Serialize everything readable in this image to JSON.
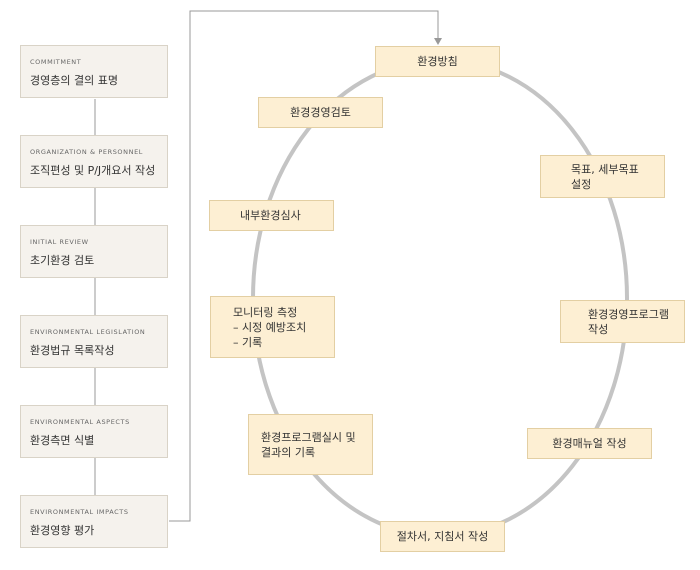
{
  "left_steps": [
    {
      "en": "COMMITMENT",
      "ko": "경영층의 결의 표명"
    },
    {
      "en": "ORGANIZATION & PERSONNEL",
      "ko": "조직편성 및 P/J개요서 작성"
    },
    {
      "en": "INITIAL REVIEW",
      "ko": "초기환경 검토"
    },
    {
      "en": "ENVIRONMENTAL LEGISLATION",
      "ko": "환경법규 목록작성"
    },
    {
      "en": "ENVIRONMENTAL ASPECTS",
      "ko": "환경측면 식별"
    },
    {
      "en": "ENVIRONMENTAL IMPACTS",
      "ko": "환경영향 평가"
    }
  ],
  "cycle": {
    "policy": "환경방침",
    "objectives": "목표, 세부목표\n설정",
    "program": "환경경영프로그램\n작성",
    "manual": "환경매뉴얼 작성",
    "procedures": "절차서, 지침서 작성",
    "implementation": "환경프로그램실시 및\n결과의 기록",
    "monitoring": "모니터링 측정\n– 시정 예방조치\n– 기록",
    "audit": "내부환경심사",
    "review": "환경경영검토"
  },
  "colors": {
    "step_bg": "#f5f2ed",
    "node_bg": "#fdefd3",
    "ellipse": "#c4c4c4",
    "connector": "#999999"
  }
}
